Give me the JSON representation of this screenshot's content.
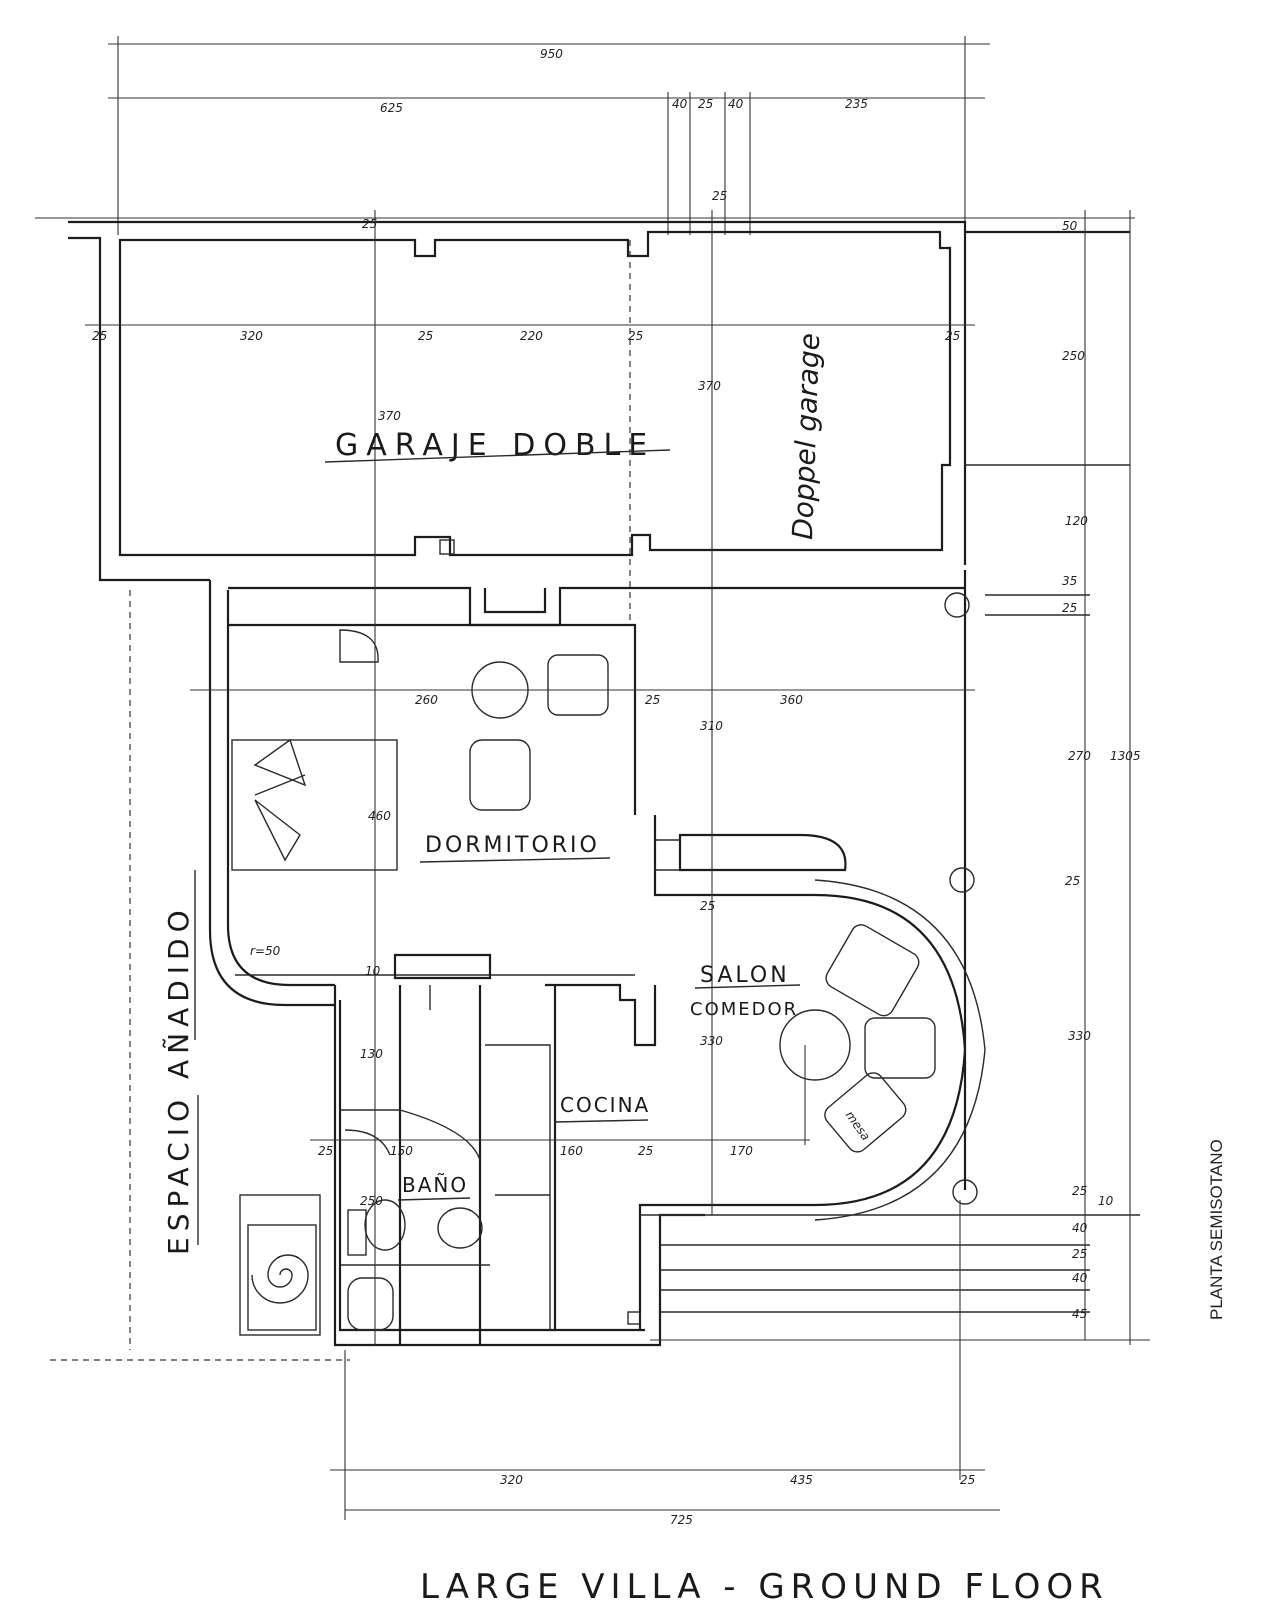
{
  "rooms": {
    "garage": "GARAJE DOBLE",
    "garage_german": "Doppel garage",
    "bedroom": "DORMITORIO",
    "living": "SALON",
    "dining": "COMEDOR",
    "kitchen": "COCINA",
    "bath": "BAÑO",
    "added_space": "ESPACIO AÑADIDO"
  },
  "plan_label": "PLANTA SEMISOTANO",
  "footer_caption": "LARGE VILLA - GROUND FLOOR",
  "dimensions": {
    "top_total": "950",
    "top_left": "625",
    "top_a": "40",
    "top_b": "25",
    "top_c": "40",
    "top_right": "235",
    "col_25_top": "25",
    "garage_left": "320",
    "garage_mid": "220",
    "garage_25a": "25",
    "garage_25b": "25",
    "garage_25c": "25",
    "garage_25d": "25",
    "garage_h1": "370",
    "garage_h2": "370",
    "garage_25e": "25",
    "bed_260": "260",
    "bed_25": "25",
    "bed_360": "360",
    "bed_h": "460",
    "mid_310": "310",
    "r50": "50",
    "r250": "250",
    "r120": "120",
    "r35": "35",
    "r25a": "25",
    "r25b": "25",
    "r270": "270",
    "r1305": "1305",
    "r25c": "25",
    "r330": "330",
    "r25d": "25",
    "r10": "10",
    "r40a": "40",
    "r25e": "25",
    "r40b": "40",
    "r45": "45",
    "bath_130": "130",
    "bath_250": "250",
    "bath_25": "25",
    "bath_150": "150",
    "kit_160": "160",
    "kit_25": "25",
    "kit_170": "170",
    "sal_330": "330",
    "sal_25": "25",
    "bed_r": "r=50",
    "bed_10": "10",
    "bot_320": "320",
    "bot_435": "435",
    "bot_25": "25",
    "bot_total": "725",
    "table_label": "mesa"
  }
}
